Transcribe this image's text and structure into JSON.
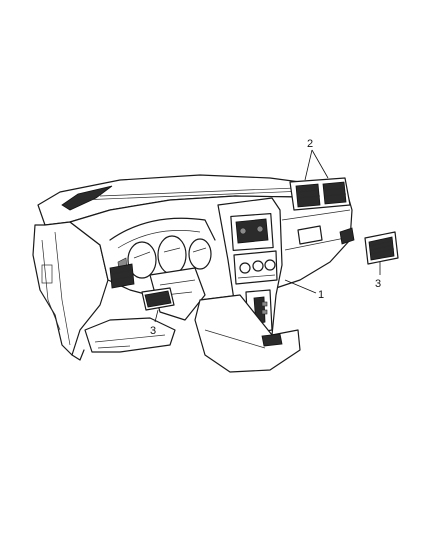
{
  "callouts": [
    {
      "id": "c1",
      "label": "1"
    },
    {
      "id": "c2",
      "label": "2"
    },
    {
      "id": "c3a",
      "label": "3"
    },
    {
      "id": "c3b",
      "label": "3"
    }
  ],
  "colors": {
    "line": "#1a1a1a",
    "background": "#ffffff"
  }
}
